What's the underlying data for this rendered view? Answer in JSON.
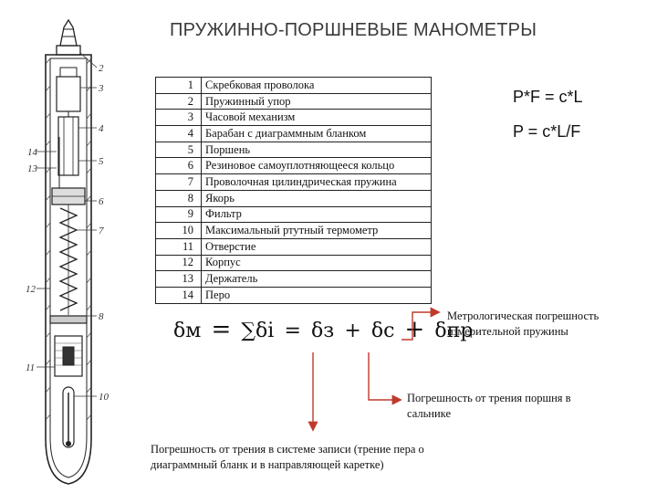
{
  "title": "ПРУЖИННО-ПОРШНЕВЫЕ МАНОМЕТРЫ",
  "parts": [
    {
      "n": "1",
      "name": "Скребковая проволока"
    },
    {
      "n": "2",
      "name": "Пружинный упор"
    },
    {
      "n": "3",
      "name": "Часовой механизм"
    },
    {
      "n": "4",
      "name": "Барабан с диаграммным бланком"
    },
    {
      "n": "5",
      "name": "Поршень"
    },
    {
      "n": "6",
      "name": "Резиновое самоуплотняющееся кольцо"
    },
    {
      "n": "7",
      "name": "Проволочная цилиндрическая пружина"
    },
    {
      "n": "8",
      "name": "Якорь"
    },
    {
      "n": "9",
      "name": "Фильтр"
    },
    {
      "n": "10",
      "name": "Максимальный ртутный термометр"
    },
    {
      "n": "11",
      "name": "Отверстие"
    },
    {
      "n": "12",
      "name": "Корпус"
    },
    {
      "n": "13",
      "name": "Держатель"
    },
    {
      "n": "14",
      "name": "Перо"
    }
  ],
  "formulas": {
    "f1": "P*F = c*L",
    "f2": "P = c*L/F"
  },
  "equation": {
    "lhs": "δм",
    "equals": "=",
    "sum": "∑δi",
    "t1": "δз",
    "t2": "δс",
    "t3": "δпр"
  },
  "notes": {
    "spring": "Метрологическая погрешность измерительной пружины",
    "piston": "Погрешность от трения поршня в сальнике",
    "recording": "Погрешность от трения в системе записи (трение пера о диаграммный бланк и в направляющей каретке)"
  },
  "callouts": [
    "2",
    "3",
    "4",
    "14",
    "13",
    "5",
    "6",
    "7",
    "12",
    "8",
    "11",
    "10"
  ]
}
